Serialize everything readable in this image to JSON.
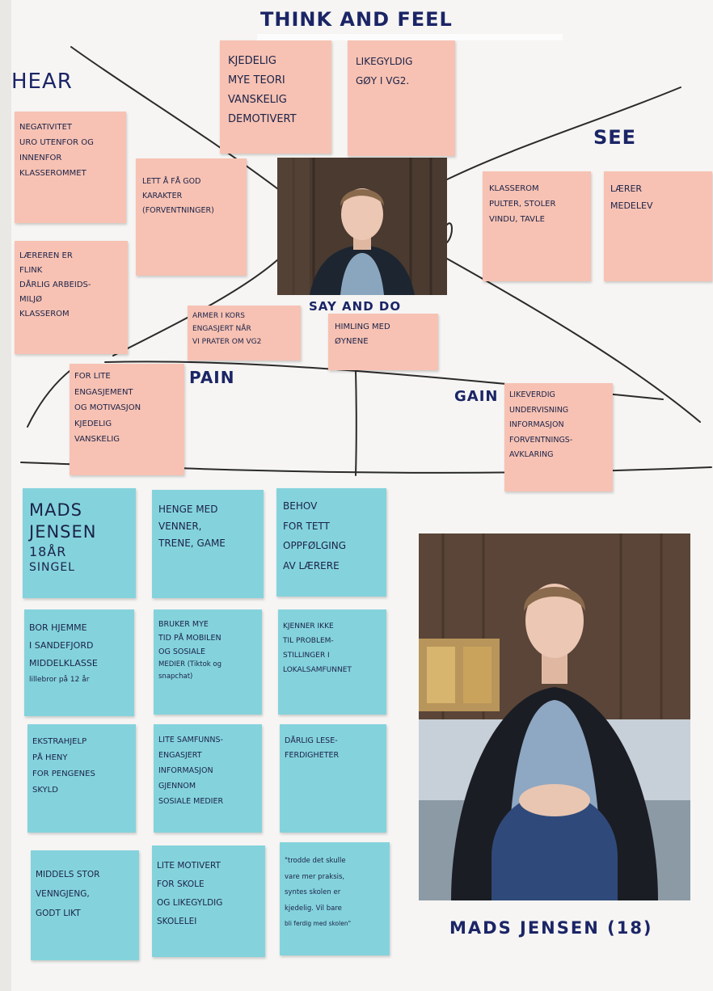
{
  "headings": {
    "think_feel": "THINK AND FEEL",
    "hear": "HEAR",
    "see": "SEE",
    "say_do": "SAY AND DO",
    "pain": "PAIN",
    "gain": "GAIN"
  },
  "empathy_notes": {
    "think_1": [
      "KJEDELIG",
      "MYE TEORI",
      "VANSKELIG",
      "DEMOTIVERT"
    ],
    "think_2": [
      "LIKEGYLDIG",
      "GØY I VG2."
    ],
    "hear_1": [
      "NEGATIVITET",
      "URO UTENFOR OG",
      "INNENFOR",
      "KLASSEROMMET"
    ],
    "hear_2": [
      "LETT Å FÅ GOD",
      "KARAKTER",
      "(FORVENTNINGER)"
    ],
    "hear_3": [
      "LÆREREN ER",
      "FLINK",
      "DÅRLIG ARBEIDS-",
      "MILJØ",
      "KLASSEROM"
    ],
    "see_1": [
      "KLASSEROM",
      "PULTER, STOLER",
      "VINDU, TAVLE"
    ],
    "see_2": [
      "LÆRER",
      "MEDELEV"
    ],
    "say_1": [
      "ARMER I KORS",
      "ENGASJERT NÅR",
      "VI PRATER OM VG2"
    ],
    "say_2": [
      "HIMLING MED",
      "ØYNENE"
    ],
    "pain_1": [
      "FOR LITE",
      "ENGASJEMENT",
      "OG MOTIVASJON",
      "KJEDELIG",
      "VANSKELIG"
    ],
    "gain_1": [
      "LIKEVERDIG",
      "UNDERVISNING",
      "INFORMASJON",
      "FORVENTNINGS-",
      "AVKLARING"
    ]
  },
  "persona_notes": {
    "name": [
      "MADS",
      "JENSEN",
      "18ÅR",
      "SINGEL"
    ],
    "hobbies": [
      "HENGE MED",
      "VENNER,",
      "TRENE, GAME"
    ],
    "needs": [
      "BEHOV",
      "FOR TETT",
      "OPPFØLGING",
      "AV LÆRERE"
    ],
    "home": [
      "BOR HJEMME",
      "I SANDEFJORD",
      "MIDDELKLASSE"
    ],
    "home_small": "lillebror på 12 år",
    "phone": [
      "BRUKER MYE",
      "TID PÅ MOBILEN",
      "OG SOSIALE"
    ],
    "phone_small": "MEDIER (Tiktok og snapchat)",
    "society": [
      "KJENNER IKKE",
      "TIL PROBLEM-",
      "STILLINGER I",
      "LOKALSAMFUNNET"
    ],
    "extra_help": [
      "EKSTRAHJELP",
      "PÅ HENY",
      "FOR PENGENES",
      "SKYLD"
    ],
    "engagement": [
      "LITE SAMFUNNS-",
      "ENGASJERT",
      "INFORMASJON",
      "GJENNOM",
      "SOSIALE MEDIER"
    ],
    "reading": [
      "DÅRLIG LESE-",
      "FERDIGHETER"
    ],
    "friends": [
      "MIDDELS STOR",
      "VENNGJENG,",
      "GODT LIKT"
    ],
    "motivation": [
      "LITE MOTIVERT",
      "FOR SKOLE",
      "OG LIKEGYLDIG",
      "SKOLELEI"
    ],
    "quote": [
      "\"trodde det skulle",
      "vare mer praksis,",
      "syntes skolen er",
      "kjedelig. Vil bare",
      "bli ferdig med skolen\""
    ]
  },
  "caption": "MADS JENSEN (18)",
  "colors": {
    "pink_note": "#f7c2b3",
    "blue_note": "#84d3dc",
    "ink": "#1b2566"
  },
  "icons": [
    "portrait-photo",
    "seated-portrait-photo"
  ]
}
